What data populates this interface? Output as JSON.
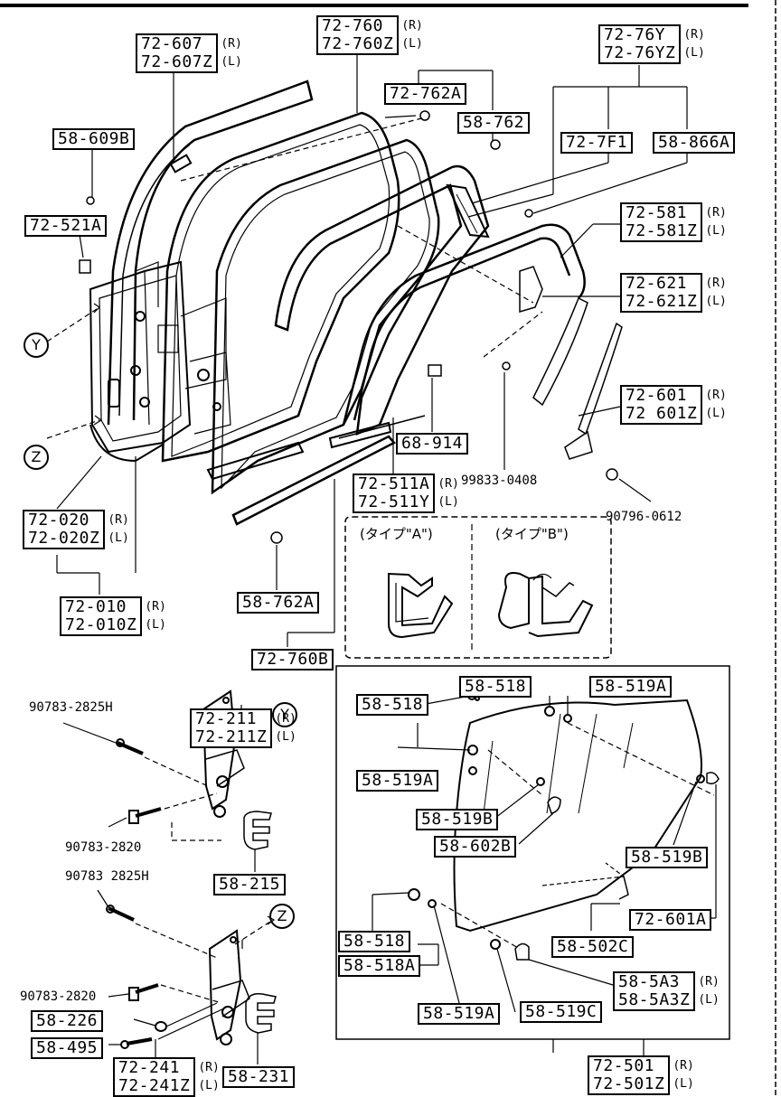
{
  "labels": {
    "p72_760": "72-760",
    "p72_760z": "72-760Z",
    "s72_760": "(R)",
    "s72_760z": "(L)",
    "p72_607": "72-607",
    "p72_607z": "72-607Z",
    "s72_607": "(R)",
    "s72_607z": "(L)",
    "p72_76y": "72-76Y",
    "p72_76yz": "72-76YZ",
    "s72_76y": "(R)",
    "s72_76yz": "(L)",
    "p72_762a": "72-762A",
    "p58_762": "58-762",
    "p58_609b": "58-609B",
    "p72_7f1": "72-7F1",
    "p58_866a": "58-866A",
    "p72_521a": "72-521A",
    "p72_581": "72-581",
    "p72_581z": "72-581Z",
    "s72_581": "(R)",
    "s72_581z": "(L)",
    "p72_621": "72-621",
    "p72_621z": "72-621Z",
    "s72_621": "(R)",
    "s72_621z": "(L)",
    "p72_601": "72-601",
    "p72_601z": "72 601Z",
    "s72_601": "(R)",
    "s72_601z": "(L)",
    "p68_914": "68-914",
    "p72_511a": "72-511A",
    "p72_511y": "72-511Y",
    "s72_511a": "(R)",
    "s72_511y": "(L)",
    "p99833": "99833-0408",
    "p90796": "90796-0612",
    "p72_020": "72-020",
    "p72_020z": "72-020Z",
    "s72_020": "(R)",
    "s72_020z": "(L)",
    "p72_010": "72-010",
    "p72_010z": "72-010Z",
    "s72_010": "(R)",
    "s72_010z": "(L)",
    "p58_762a": "58-762A",
    "p72_760b": "72-760B",
    "typeA": "(タイプ\"A\")",
    "typeB": "(タイプ\"B\")",
    "p90783_2825h_a": "90783-2825H",
    "p72_211": "72-211",
    "p72_211z": "72-211Z",
    "s72_211": "(R)",
    "s72_211z": "(L)",
    "p90783_2820_a": "90783-2820",
    "p58_215": "58-215",
    "p90783_2825h_b": "90783 2825H",
    "p90783_2820_b": "90783-2820",
    "p58_226": "58-226",
    "p58_495": "58-495",
    "p72_241": "72-241",
    "p72_241z": "72-241Z",
    "s72_241": "(R)",
    "s72_241z": "(L)",
    "p58_231": "58-231",
    "p58_518_a": "58-518",
    "p58_519a_a": "58-519A",
    "p58_518_b": "58-518",
    "p58_519a_b": "58-519A",
    "p58_519b_a": "58-519B",
    "p58_602b": "58-602B",
    "p58_519b_b": "58-519B",
    "p72_601a": "72-601A",
    "p58_502c": "58-502C",
    "p58_518_c": "58-518",
    "p58_518a": "58-518A",
    "p58_5a3": "58-5A3",
    "p58_5a3z": "58-5A3Z",
    "s58_5a3": "(R)",
    "s58_5a3z": "(L)",
    "p58_519a_c": "58-519A",
    "p58_519c": "58-519C",
    "p72_501": "72-501",
    "p72_501z": "72-501Z",
    "s72_501": "(R)",
    "s72_501z": "(L)",
    "callY": "Y",
    "callZ": "Z"
  }
}
